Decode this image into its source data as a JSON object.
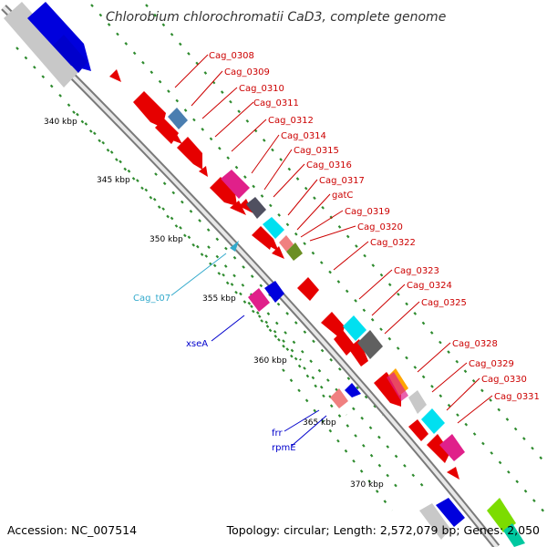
{
  "title": "Chlorobium chlorochromatii CaD3, complete genome",
  "footer": {
    "accession": "Accession: NC_007514",
    "summary": "Topology: circular; Length: 2,572,079 bp; Genes: 2,050"
  },
  "colors": {
    "backbone": "#8a8a8a",
    "tick_dots": "#2e8b2e",
    "red_gene": "#e60000",
    "red_label": "#cc0000",
    "blue_label": "#0000cc",
    "cyan_label": "#33aacc"
  },
  "ticks": [
    {
      "label": "340 kbp"
    },
    {
      "label": "345 kbp"
    },
    {
      "label": "350 kbp"
    },
    {
      "label": "355 kbp"
    },
    {
      "label": "360 kbp"
    },
    {
      "label": "365 kbp"
    },
    {
      "label": "370 kbp"
    }
  ],
  "gene_labels": [
    {
      "text": "Cag_0308",
      "color": "#cc0000"
    },
    {
      "text": "Cag_0309",
      "color": "#cc0000"
    },
    {
      "text": "Cag_0310",
      "color": "#cc0000"
    },
    {
      "text": "Cag_0311",
      "color": "#cc0000"
    },
    {
      "text": "Cag_0312",
      "color": "#cc0000"
    },
    {
      "text": "Cag_0314",
      "color": "#cc0000"
    },
    {
      "text": "Cag_0315",
      "color": "#cc0000"
    },
    {
      "text": "Cag_0316",
      "color": "#cc0000"
    },
    {
      "text": "Cag_0317",
      "color": "#cc0000"
    },
    {
      "text": "gatC",
      "color": "#cc0000"
    },
    {
      "text": "Cag_0319",
      "color": "#cc0000"
    },
    {
      "text": "Cag_0320",
      "color": "#cc0000"
    },
    {
      "text": "Cag_0322",
      "color": "#cc0000"
    },
    {
      "text": "Cag_0323",
      "color": "#cc0000"
    },
    {
      "text": "Cag_0324",
      "color": "#cc0000"
    },
    {
      "text": "Cag_0325",
      "color": "#cc0000"
    },
    {
      "text": "Cag_0328",
      "color": "#cc0000"
    },
    {
      "text": "Cag_0329",
      "color": "#cc0000"
    },
    {
      "text": "Cag_0330",
      "color": "#cc0000"
    },
    {
      "text": "Cag_0331",
      "color": "#cc0000"
    },
    {
      "text": "Cag_t07",
      "color": "#33aacc"
    },
    {
      "text": "xseA",
      "color": "#0000cc"
    },
    {
      "text": "frr",
      "color": "#0000cc"
    },
    {
      "text": "rpmE",
      "color": "#0000cc"
    }
  ]
}
